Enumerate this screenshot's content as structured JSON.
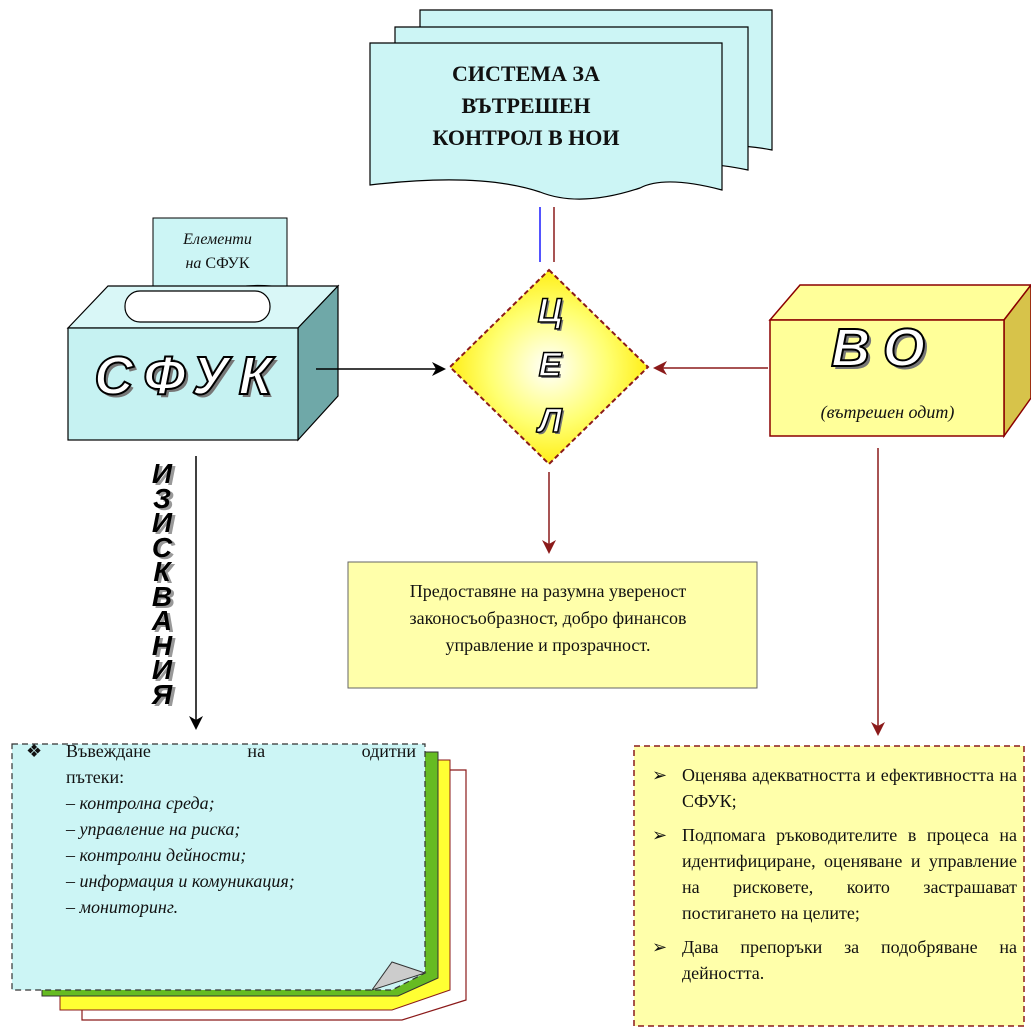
{
  "title": "СИСТЕМА ЗА ВЪТРЕШЕН КОНТРОЛ В НОИ",
  "title_lines": [
    "СИСТЕМА ЗА",
    "ВЪТРЕШЕН",
    "КОНТРОЛ В НОИ"
  ],
  "note": {
    "line1": "Елементи",
    "line2_a": "на",
    "line2_b": "СФУК"
  },
  "sfuk_box": {
    "label": "СФУК"
  },
  "goal": {
    "letters": [
      "Ц",
      "Е",
      "Л"
    ]
  },
  "vo_box": {
    "label": "ВО",
    "sublabel": "(вътрешен одит)"
  },
  "requirements_label": [
    "И",
    "З",
    "И",
    "С",
    "К",
    "В",
    "А",
    "Н",
    "И",
    "Я"
  ],
  "result_box": {
    "lines": [
      "Предоставяне на разумна увереност",
      "законосъобразност, добро финансов",
      "управление и прозрачност."
    ]
  },
  "audit_trails": {
    "bullet": "❖",
    "heading_first": "Въвеждане на одитни",
    "heading_rest": "пътеки:",
    "items": [
      "– контролна среда;",
      "– управление на риска;",
      "– контролни дейности;",
      "– информация и комуникация;",
      "– мониторинг."
    ]
  },
  "vo_functions": [
    "Оценява адекватността и ефективността на СФУК;",
    "Подпомага ръководителите в процеса на идентифициране, оценяване и управление на рисковете, които застрашават постигането на целите;",
    "Дава препоръки за подобряване на дейността."
  ],
  "colors": {
    "doc_fill": "#ccf5f5",
    "box_front": "#c6f2f2",
    "box_side": "#6fa8a8",
    "vo_front": "#ffff99",
    "vo_side": "#d7c34a",
    "vo_border": "#8b0000",
    "goal_fill": "#ffff40",
    "result_fill": "#ffffaa",
    "arrow_dark": "#8b1a1a"
  }
}
